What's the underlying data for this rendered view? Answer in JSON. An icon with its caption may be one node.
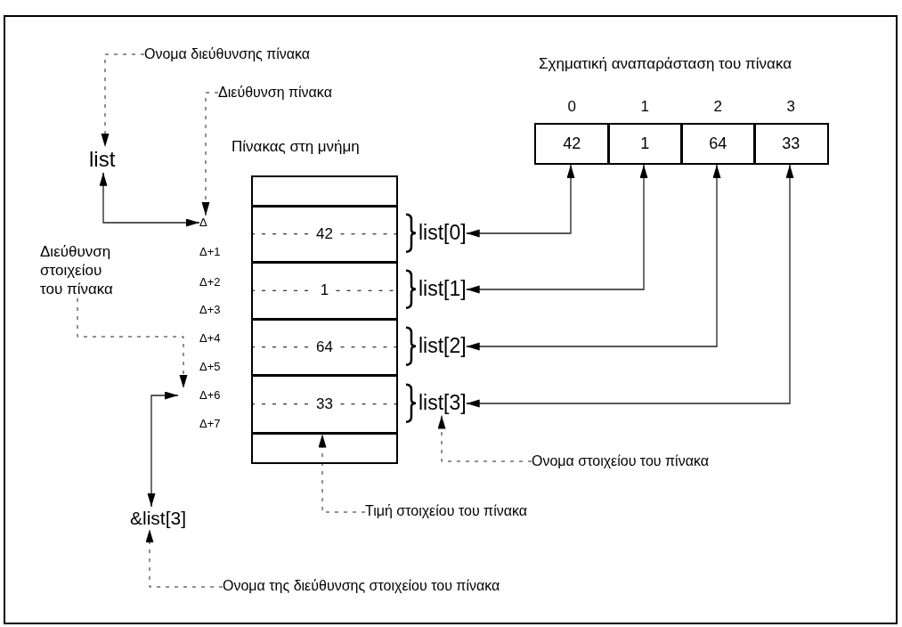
{
  "diagram": {
    "nodes": [
      {
        "text": [
          "Ονομα διεύθυνσης πίνακα"
        ]
      },
      {
        "text": [
          "list"
        ]
      },
      {
        "text": [
          "Διεύθυνση πίνακα"
        ]
      },
      {
        "text": [
          "Δ"
        ]
      },
      {
        "text": [
          "Δ+1"
        ]
      },
      {
        "text": [
          "Δ+2"
        ]
      },
      {
        "text": [
          "Δ+3"
        ]
      },
      {
        "text": [
          "Δ+4"
        ]
      },
      {
        "text": [
          "Δ+5"
        ]
      },
      {
        "text": [
          "Δ+6"
        ]
      },
      {
        "text": [
          "Δ+7"
        ]
      },
      {
        "text": [
          "Διεύθυνση στοιχείου του πίνακα"
        ]
      },
      {
        "text": [
          "Πίνακας στη μνήμη"
        ]
      },
      {
        "text": [],
        "shape": "box",
        "in": 12
      },
      {
        "text": [
          "42"
        ],
        "in": 12
      },
      {
        "text": [
          "1"
        ],
        "in": 12
      },
      {
        "text": [
          "64"
        ],
        "in": 12
      },
      {
        "text": [
          "33"
        ],
        "in": 12
      },
      {
        "text": [],
        "shape": "box",
        "in": 12
      },
      {
        "text": [
          "list[0]"
        ]
      },
      {
        "text": [
          "list[1]"
        ]
      },
      {
        "text": [
          "list[2]"
        ]
      },
      {
        "text": [
          "list[3]"
        ]
      },
      {
        "text": [
          "Σχηματική αναπαράσταση του πίνακα"
        ]
      },
      {
        "text": [
          "42"
        ],
        "beside": [
          "0"
        ],
        "in": 23
      },
      {
        "text": [
          "1"
        ],
        "beside": [
          "1"
        ],
        "in": 23
      },
      {
        "text": [
          "64"
        ],
        "beside": [
          "2"
        ],
        "in": 23
      },
      {
        "text": [
          "33"
        ],
        "beside": [
          "3"
        ],
        "in": 23
      },
      {
        "text": [
          "Ονομα στοιχείου του πίνακα"
        ]
      },
      {
        "text": [
          "Τιμή στοιχείου του πίνακα"
        ]
      },
      {
        "text": [
          "&list[3]"
        ]
      },
      {
        "text": [
          "Ονομα της διεύθυνσης στοιχείου του πίνακα"
        ]
      }
    ],
    "edges": [
      {
        "from": 0,
        "to": 1,
        "arrow": "to",
        "style": "dashed"
      },
      {
        "from": 2,
        "to": 3,
        "arrow": "to",
        "style": "dashed"
      },
      {
        "from": 1,
        "to": 3,
        "arrow": "both"
      },
      {
        "from": 11,
        "to": 9,
        "arrow": "to",
        "style": "dashed"
      },
      {
        "from": 9,
        "to": 30,
        "arrow": "both"
      },
      {
        "from": 24,
        "to": 19,
        "arrow": "both"
      },
      {
        "from": 25,
        "to": 20,
        "arrow": "both"
      },
      {
        "from": 26,
        "to": 21,
        "arrow": "both"
      },
      {
        "from": 27,
        "to": 22,
        "arrow": "both"
      },
      {
        "from": 28,
        "to": 22,
        "arrow": "to",
        "style": "dashed"
      },
      {
        "from": 29,
        "to": 17,
        "arrow": "to",
        "style": "dashed"
      },
      {
        "from": 31,
        "to": 30,
        "arrow": "to",
        "style": "dashed"
      }
    ]
  }
}
